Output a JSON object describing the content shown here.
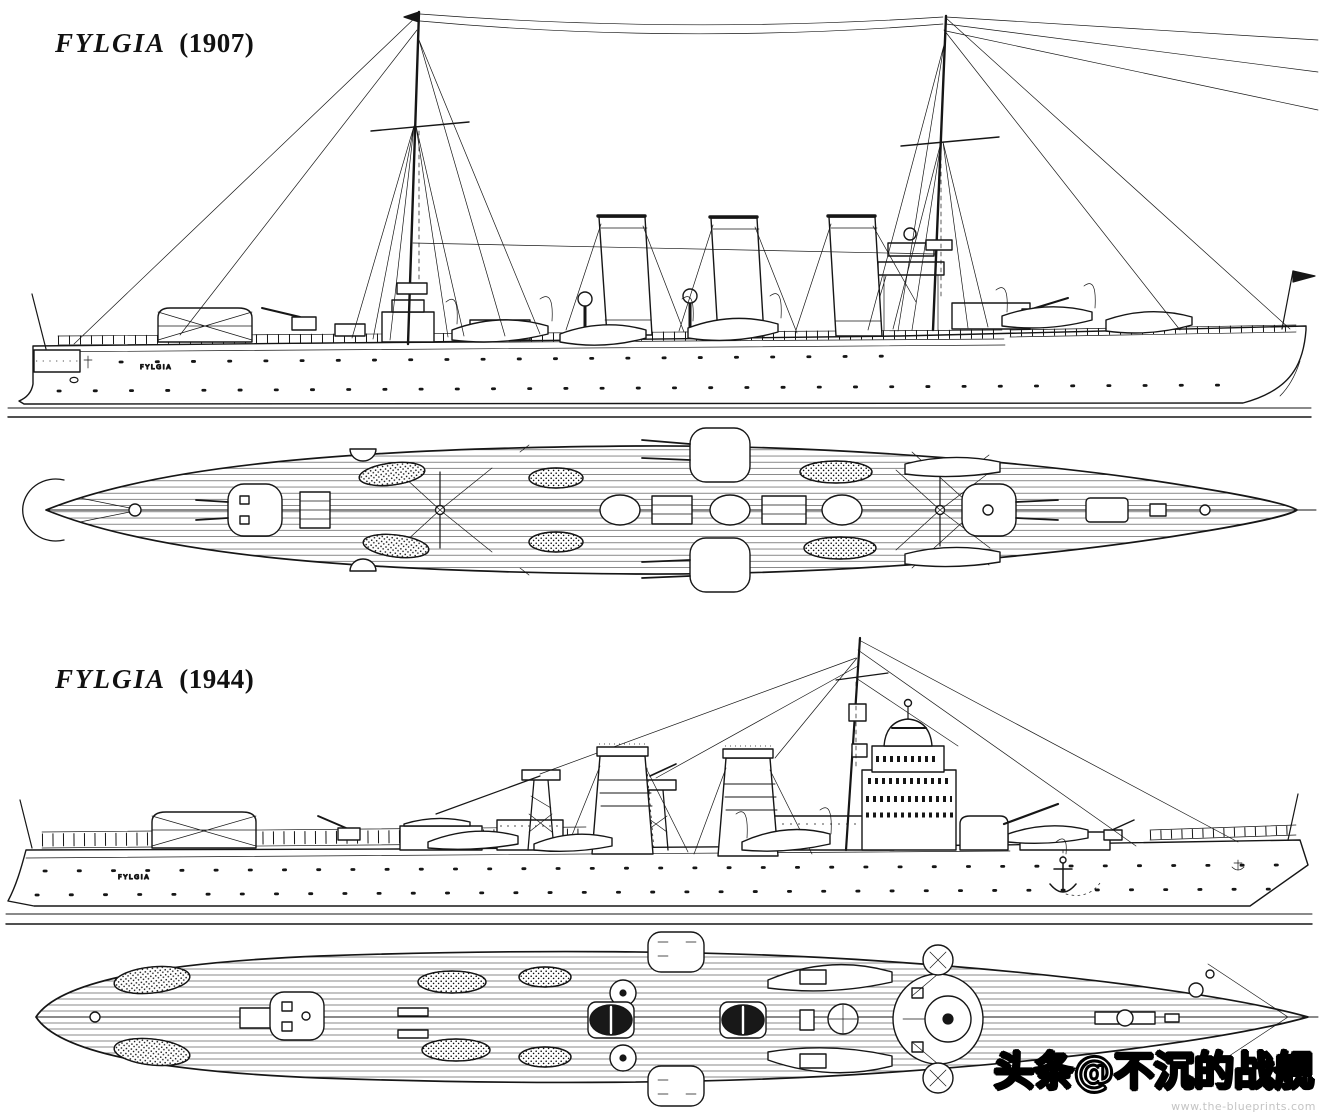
{
  "page": {
    "background": "#ffffff",
    "ink": "#161616"
  },
  "figures": {
    "fylgia_1907": {
      "label_name": "FYLGIA",
      "label_year": "(1907)",
      "hull_name": "FYLGIA"
    },
    "fylgia_1944": {
      "label_name": "FYLGIA",
      "label_year": "(1944)",
      "hull_name": "FYLGIA"
    }
  },
  "watermark": {
    "text": "头条@不沉的战舰",
    "text_color": "#ffffff",
    "outline_color": "#000000"
  },
  "credit_url": "www.the-blueprints.com"
}
